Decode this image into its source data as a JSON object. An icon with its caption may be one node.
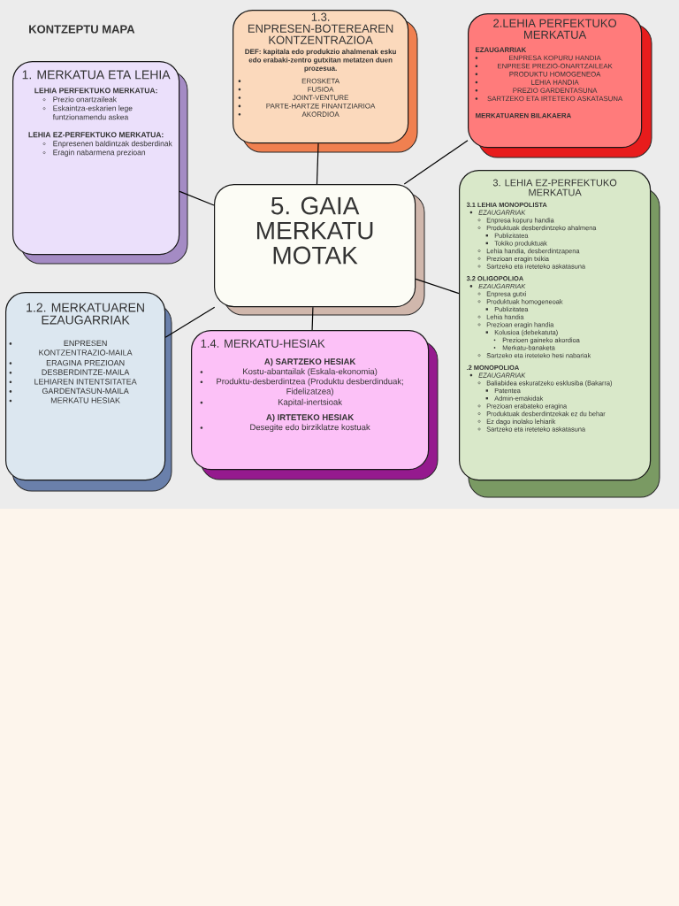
{
  "diagram": {
    "title": "KONTZEPTU MAPA",
    "nodes": [
      {
        "text": [
          "1. MERKATUA ETA LEHIA",
          "LEHIA PERFEKTUKO MERKATUA:",
          "Prezio onartzaileak",
          "Eskaintza-eskarien lege funtzionamendu askea",
          "LEHIA EZ-PERFEKTUKO MERKATUA:",
          "Enpresenen baldintzak desberdinak",
          "Eragin nabarmena prezioan"
        ]
      },
      {
        "text": [
          "1.3. ENPRESEN-BOTEREAREN KONTZENTRAZIOA",
          "DEF: kapitala edo produkzio ahalmenak esku edo erabaki-zentro gutxitan metatzen duen prozesua.",
          "EROSKETA",
          "FUSIOA",
          "JOINT-VENTURE",
          "PARTE-HARTZE FINANTZIARIOA",
          "AKORDIOA"
        ]
      },
      {
        "text": [
          "2.LEHIA PERFEKTUKO MERKATUA",
          "EZAUGARRIAK",
          "ENPRESA KOPURU HANDIA",
          "ENPRESE PREZIO-ONARTZAILEAK",
          "PRODUKTU HOMOGENEOA",
          "LEHIA HANDIA",
          "PREZIO GARDENTASUNA",
          "SARTZEKO ETA IRTETEKO ASKATASUNA",
          "MERKATUAREN BILAKAERA"
        ]
      },
      {
        "text": [
          "5. GAIA MERKATU MOTAK"
        ]
      },
      {
        "text": [
          "3. LEHIA EZ-PERFEKTUKO MERKATUA",
          "3.1 LEHIA MONOPOLISTA",
          "EZAUGARRIAK",
          "Enpresa kopuru handia",
          "Produktuak desberdintzeko ahalmena",
          "Publizitatea",
          "Tokiko produktuak",
          "Lehia handia, desberdintzapena",
          "Prezioan eragin txikia",
          "Sartzeko eta ireteteko askatasuna",
          "3.2 OLIGOPOLIOA",
          "EZAUGARRIAK",
          "Enpresa gutxi",
          "Produktuak homogeneoak",
          "Publizitatea",
          "Lehia handia",
          "Prezioan eragin handia",
          "Kolusioa (debekatuta)",
          "Prezioen gaineko akordioa",
          "Merkatu-banaketa",
          "Sartzeko eta ireteteko hesi nabariak",
          ".2 MONOPOLIOA",
          "EZAUGARRIAK",
          "Baliabidea eskuratzeko esklusiba (Bakarra)",
          "Patentea",
          "Admin-emakidak",
          "Prezioan erabateko eragina",
          "Produktuak desberdintzekak ez du behar",
          "Ez dago inolako lehiarik",
          "Sartzeko eta ireteteko askatasuna"
        ]
      },
      {
        "text": [
          "1.2. MERKATUAREN EZAUGARRIAK",
          "ENPRESEN KONTZENTRAZIO-MAILA",
          "ERAGINA PREZIOAN",
          "DESBERDINTZE-MAILA",
          "LEHIAREN INTENTSITATEA",
          "GARDENTASUN-MAILA",
          "MERKATU HESIAK"
        ]
      },
      {
        "text": [
          "1.4. MERKATU-HESIAK",
          "A) SARTZEKO HESIAK",
          "Kostu-abantailak (Eskala-ekonomia)",
          "Produktu-desberdintzea (Produktu desberdinduak; Fidelizatzea)",
          "Kapital-inertsioak",
          "A) IRTETEKO HESIAK",
          "Desegite edo birziklatze kostuak"
        ]
      }
    ],
    "edges": [
      {
        "from": 3,
        "to": 0,
        "arrow": "none"
      },
      {
        "from": 3,
        "to": 1,
        "arrow": "none"
      },
      {
        "from": 3,
        "to": 2,
        "arrow": "none"
      },
      {
        "from": 3,
        "to": 4,
        "arrow": "none"
      },
      {
        "from": 3,
        "to": 5,
        "arrow": "none"
      },
      {
        "from": 3,
        "to": 6,
        "arrow": "none"
      }
    ]
  }
}
